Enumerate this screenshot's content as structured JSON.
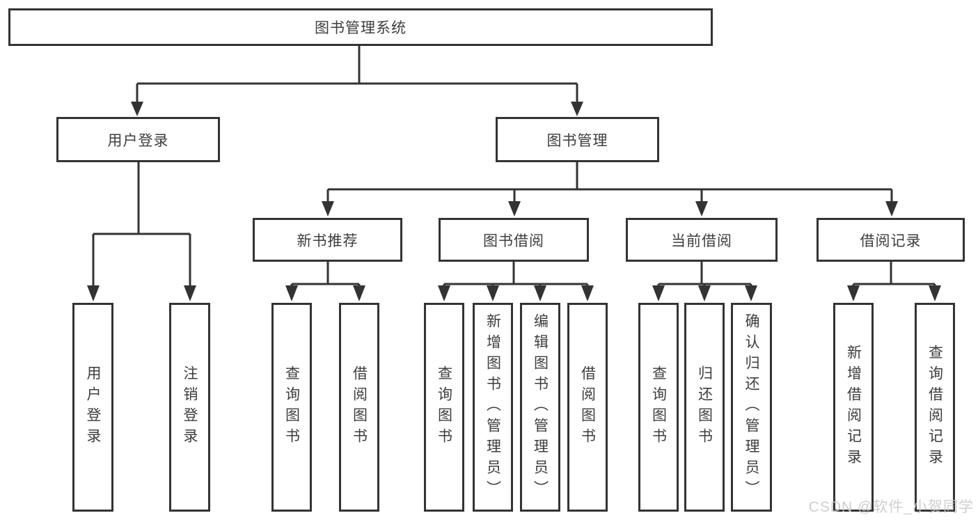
{
  "diagram": {
    "title": "图书管理系统",
    "nodes": {
      "system": "图书管理系统",
      "user_login": "用户登录",
      "book_mgmt": "图书管理",
      "login": "用户登录",
      "logout": "注销登录",
      "new_book_rec": "新书推荐",
      "book_borrow": "图书借阅",
      "current_borrow": "当前借阅",
      "borrow_record": "借阅记录",
      "nb_query": "查询图书",
      "nb_borrow": "借阅图书",
      "bb_query": "查询图书",
      "bb_add": "新增图书（管理员）",
      "bb_edit": "编辑图书（管理员）",
      "bb_borrow": "借阅图书",
      "cb_query": "查询图书",
      "cb_return": "归还图书",
      "cb_confirm": "确认归还（管理员）",
      "br_add": "新增借阅记录",
      "br_query": "查询借阅记录"
    },
    "hierarchy": {
      "图书管理系统": {
        "用户登录": [
          "用户登录",
          "注销登录"
        ],
        "图书管理": {
          "新书推荐": [
            "查询图书",
            "借阅图书"
          ],
          "图书借阅": [
            "查询图书",
            "新增图书（管理员）",
            "编辑图书（管理员）",
            "借阅图书"
          ],
          "当前借阅": [
            "查询图书",
            "归还图书",
            "确认归还（管理员）"
          ],
          "借阅记录": [
            "新增借阅记录",
            "查询借阅记录"
          ]
        }
      }
    },
    "watermark": "CSDN @软件_小贺同学",
    "colors": {
      "line": "#333333",
      "text": "#3d3d3d",
      "watermark": "#c9c9c9",
      "background": "#ffffff"
    }
  }
}
